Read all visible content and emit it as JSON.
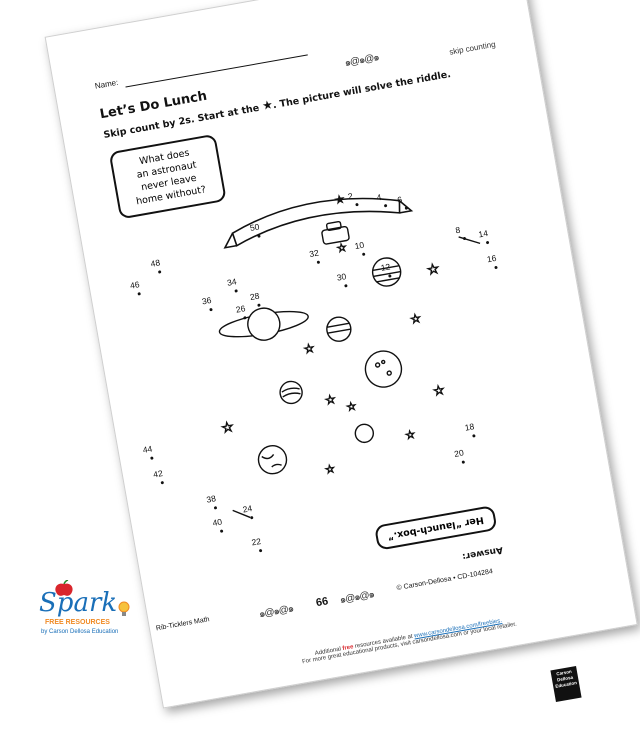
{
  "worksheet": {
    "name_label": "Name:",
    "title": "Let’s Do Lunch",
    "category": "skip counting",
    "instructions_before": "Skip count by 2s. Start at the",
    "instructions_after": ". The picture will solve the riddle.",
    "riddle": [
      "What does",
      "an astronaut",
      "never leave",
      "home without?"
    ],
    "answer_label": "Answer:",
    "answer_text": "Her “launch-box.”",
    "series": "Rib-Ticklers Math",
    "page_number": "66",
    "copyright": "© Carson-Dellosa • CD-104284",
    "footer_line1_pre": "Additional",
    "footer_line1_free": "free",
    "footer_line1_post": "resources available at",
    "footer_line1_url": "www.carsondellosa.com/freebies.",
    "footer_line2": "For more great educational products, visit carsondellosa.com or your local retailer.",
    "publisher_logo": [
      "Carson",
      "Dellosa",
      "Education"
    ]
  },
  "brand": {
    "name": "Spark",
    "sub": "FREE RESOURCES",
    "by": "by Carson Dellosa Education",
    "colors": {
      "blue": "#1a6fb8",
      "orange": "#f08a24",
      "red": "#d9262c",
      "free_red": "#d9262c"
    }
  },
  "dots": [
    "2",
    "4",
    "6",
    "8",
    "10",
    "12",
    "14",
    "16",
    "18",
    "20",
    "22",
    "24",
    "26",
    "28",
    "30",
    "32",
    "34",
    "36",
    "38",
    "40",
    "42",
    "44",
    "46",
    "48",
    "50"
  ]
}
